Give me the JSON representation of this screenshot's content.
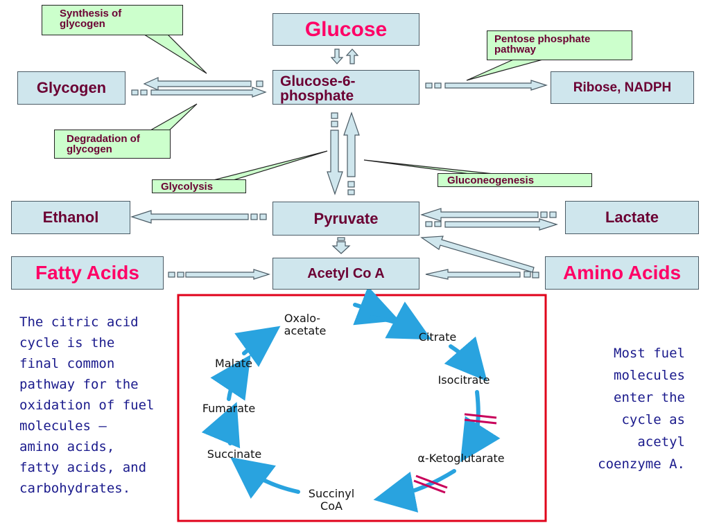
{
  "nodes": {
    "glucose": "Glucose",
    "g6p": "Glucose-6-\nphosphate",
    "glycogen": "Glycogen",
    "ribose": "Ribose, NADPH",
    "ethanol": "Ethanol",
    "pyruvate": "Pyruvate",
    "lactate": "Lactate",
    "fatty_acids": "Fatty Acids",
    "acetyl_coa": "Acetyl Co A",
    "amino_acids": "Amino Acids"
  },
  "callouts": {
    "synthesis": "Synthesis of\nglycogen",
    "degradation": "Degradation of\nglycogen",
    "pentose": "Pentose phosphate\npathway",
    "glycolysis": "Glycolysis",
    "gluconeogenesis": "Gluconeogenesis"
  },
  "cycle": {
    "oxaloacetate_1": "Oxalo-",
    "oxaloacetate_2": "acetate",
    "citrate": "Citrate",
    "isocitrate": "Isocitrate",
    "ketoglutarate": "α-Ketoglutarate",
    "succinyl_1": "Succinyl",
    "succinyl_2": "CoA",
    "succinate": "Succinate",
    "fumarate": "Fumarate",
    "malate": "Malate"
  },
  "notes": {
    "left": "The citric acid\ncycle is the\nfinal common\npathway for the\noxidation of fuel\nmolecules —\namino acids,\nfatty acids, and\ncarbohydrates.",
    "right": "Most fuel\nmolecules\nenter the\ncycle as\nacetyl\ncoenzyme A."
  },
  "colors": {
    "box_fill": "#cfe6ed",
    "box_text": "#6b0033",
    "highlight_text": "#ff0066",
    "callout_fill": "#ccffcc",
    "cycle_frame": "#e0001a",
    "cycle_arrow": "#29a3df",
    "blocked_step": "#c8005a",
    "note_text": "#1a1a8c"
  }
}
